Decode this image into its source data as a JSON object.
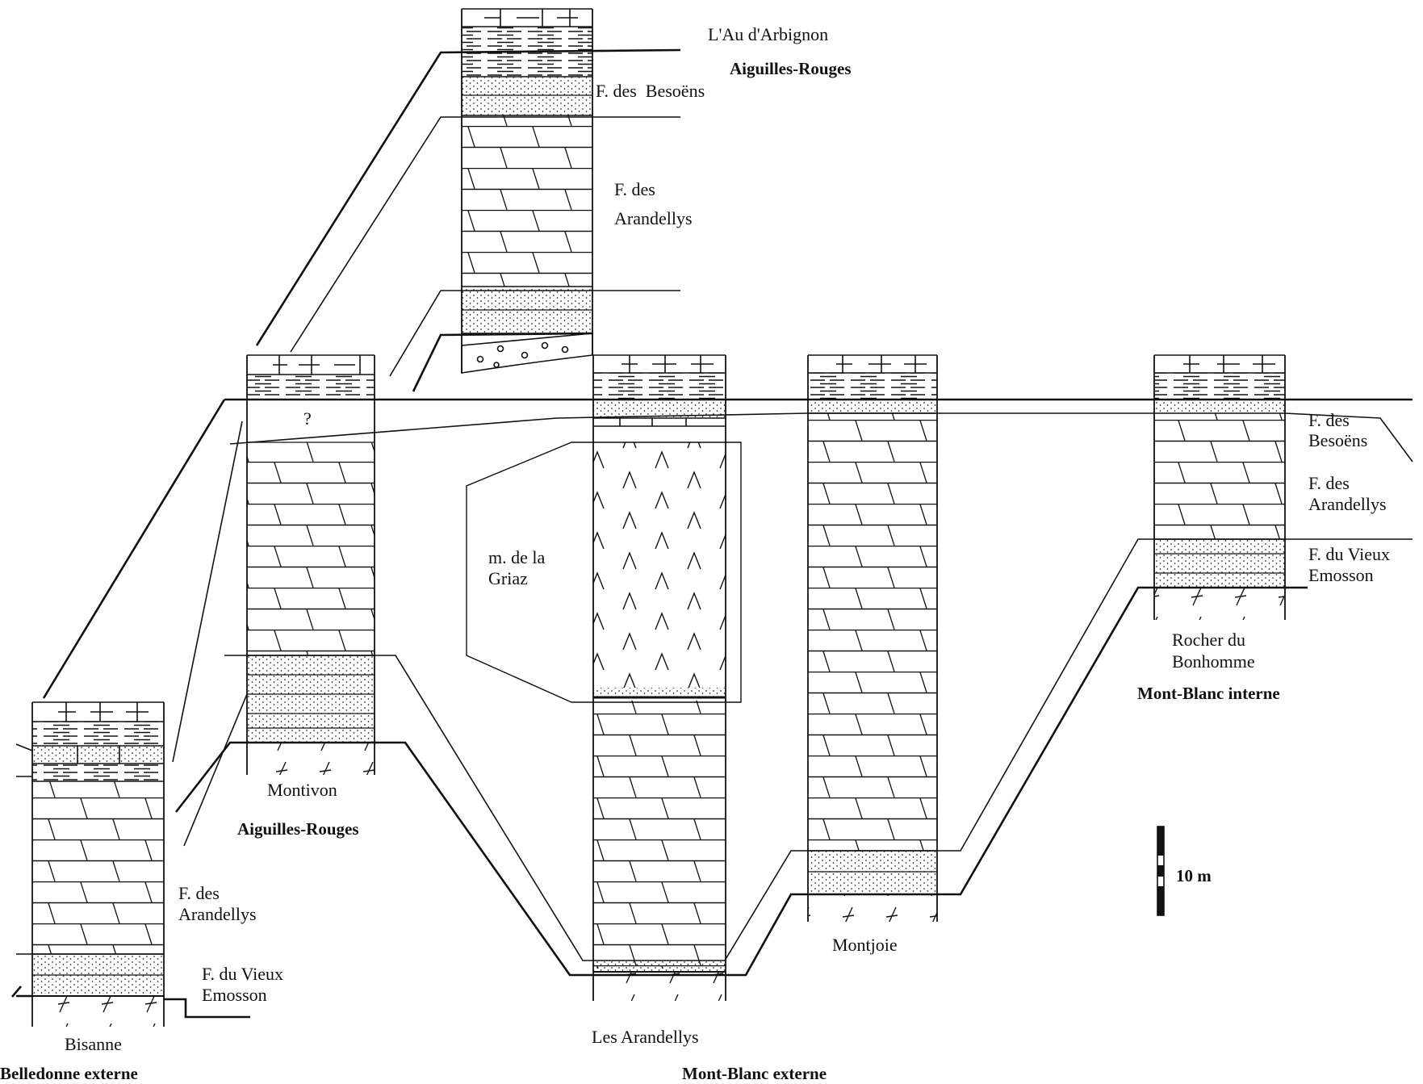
{
  "labels": {
    "arbignon_name": "L'Au d'Arbignon",
    "arbignon_region": "Aiguilles-Rouges",
    "arbignon_besoens": "F. des  Besoëns",
    "arbignon_arandellys_1": "F. des",
    "arbignon_arandellys_2": "Arandellys",
    "montivon_question": "?",
    "montivon_name": "Montivon",
    "montivon_region": "Aiguilles-Rouges",
    "griaz_1": "m. de la",
    "griaz_2": "Griaz",
    "arandellys_name": "Les Arandellys",
    "montjoie_name": "Montjoie",
    "mbext_region": "Mont-Blanc externe",
    "bonhomme_name_1": "Rocher du",
    "bonhomme_name_2": "Bonhomme",
    "mbint_region": "Mont-Blanc interne",
    "right_besoens_1": "F. des",
    "right_besoens_2": "Besoëns",
    "right_arandellys_1": "F. des",
    "right_arandellys_2": "Arandellys",
    "right_vieux_1": "F. du Vieux",
    "right_vieux_2": "Emosson",
    "bisanne_arandellys_1": "F. des",
    "bisanne_arandellys_2": "Arandellys",
    "bisanne_vieux_1": "F. du Vieux",
    "bisanne_vieux_2": "Emosson",
    "bisanne_name": "Bisanne",
    "belledonne_region": "Belledonne externe",
    "scale": "10 m"
  }
}
